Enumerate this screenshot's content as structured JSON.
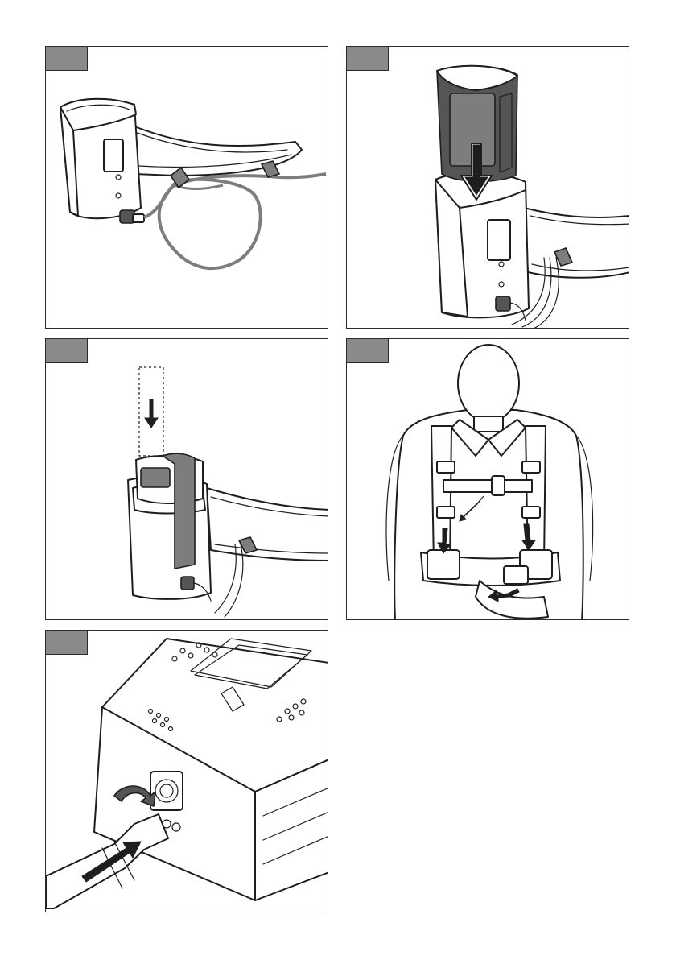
{
  "panels": [
    {
      "id": "panel-1",
      "subject": "battery-holder-with-cable"
    },
    {
      "id": "panel-2",
      "subject": "insert-battery-into-holder"
    },
    {
      "id": "panel-3",
      "subject": "secure-battery-with-strap"
    },
    {
      "id": "panel-4",
      "subject": "adjust-harness-straps"
    },
    {
      "id": "panel-5",
      "subject": "connect-cable-plug"
    }
  ],
  "colors": {
    "line": "#1e1e1e",
    "tag": "#8a8a8a",
    "fill_gray": "#7d7d7d"
  }
}
